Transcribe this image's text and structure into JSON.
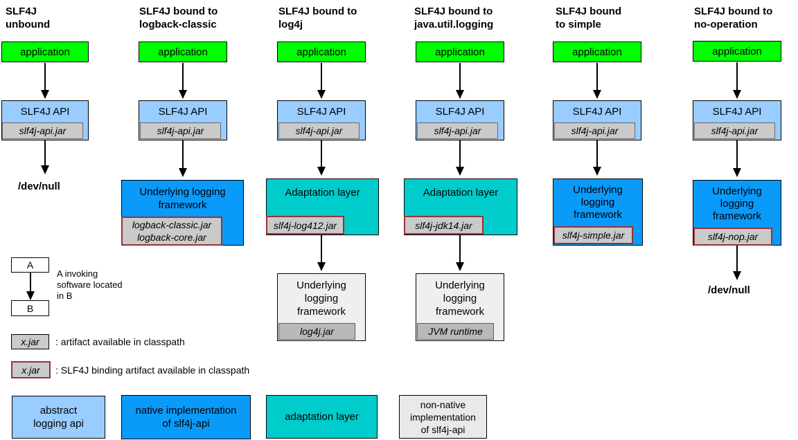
{
  "palette": {
    "application_green": "#00FF00",
    "api_light_blue": "#99CCFF",
    "native_blue": "#0A9AFA",
    "adaptation_teal": "#00CCCC",
    "non_native_gray": "#E9E9E9",
    "jar_gray": "#CACACA",
    "binding_border_red": "#993333"
  },
  "columns": [
    {
      "title1": "SLF4J",
      "title2": "unbound",
      "app_label": "application",
      "api_label": "SLF4J API",
      "api_jar": "slf4j-api.jar",
      "sink_label": "/dev/null"
    },
    {
      "title1": "SLF4J bound to",
      "title2": "logback-classic",
      "app_label": "application",
      "api_label": "SLF4J API",
      "api_jar": "slf4j-api.jar",
      "fw1": "Underlying logging",
      "fw2": "framework",
      "fw_jar1": "logback-classic.jar",
      "fw_jar2": "logback-core.jar"
    },
    {
      "title1": "SLF4J bound to",
      "title2": "log4j",
      "app_label": "application",
      "api_label": "SLF4J API",
      "api_jar": "slf4j-api.jar",
      "adapt_label": "Adaptation layer",
      "adapt_jar": "slf4j-log412.jar",
      "under1": "Underlying",
      "under2": "logging",
      "under3": "framework",
      "under_jar": "log4j.jar"
    },
    {
      "title1": "SLF4J bound to",
      "title2": "java.util.logging",
      "app_label": "application",
      "api_label": "SLF4J API",
      "api_jar": "slf4j-api.jar",
      "adapt_label": "Adaptation layer",
      "adapt_jar": "slf4j-jdk14.jar",
      "under1": "Underlying",
      "under2": "logging",
      "under3": "framework",
      "under_jar": "JVM runtime"
    },
    {
      "title1": "SLF4J bound",
      "title2": "to simple",
      "app_label": "application",
      "api_label": "SLF4J API",
      "api_jar": "slf4j-api.jar",
      "fw1": "Underlying",
      "fw2": "logging",
      "fw3": "framework",
      "fw_jar": "slf4j-simple.jar"
    },
    {
      "title1": "SLF4J bound to",
      "title2": "no-operation",
      "app_label": "application",
      "api_label": "SLF4J API",
      "api_jar": "slf4j-api.jar",
      "fw1": "Underlying",
      "fw2": "logging",
      "fw3": "framework",
      "fw_jar": "slf4j-nop.jar",
      "sink_label": "/dev/null"
    }
  ],
  "legend": {
    "a_label": "A",
    "b_label": "B",
    "invoke1": "A invoking",
    "invoke2": "software located",
    "invoke3": "in B",
    "xjar_label": "x.jar",
    "artifact_note": ": artifact available in classpath",
    "binding_note": ": SLF4J binding artifact available in classpath",
    "keys": [
      {
        "l1": "abstract",
        "l2": "logging api"
      },
      {
        "l1": "native implementation",
        "l2": "of slf4j-api"
      },
      {
        "l1": "adaptation layer"
      },
      {
        "l1": "non-native",
        "l2": "implementation",
        "l3": "of slf4j-api"
      }
    ]
  }
}
